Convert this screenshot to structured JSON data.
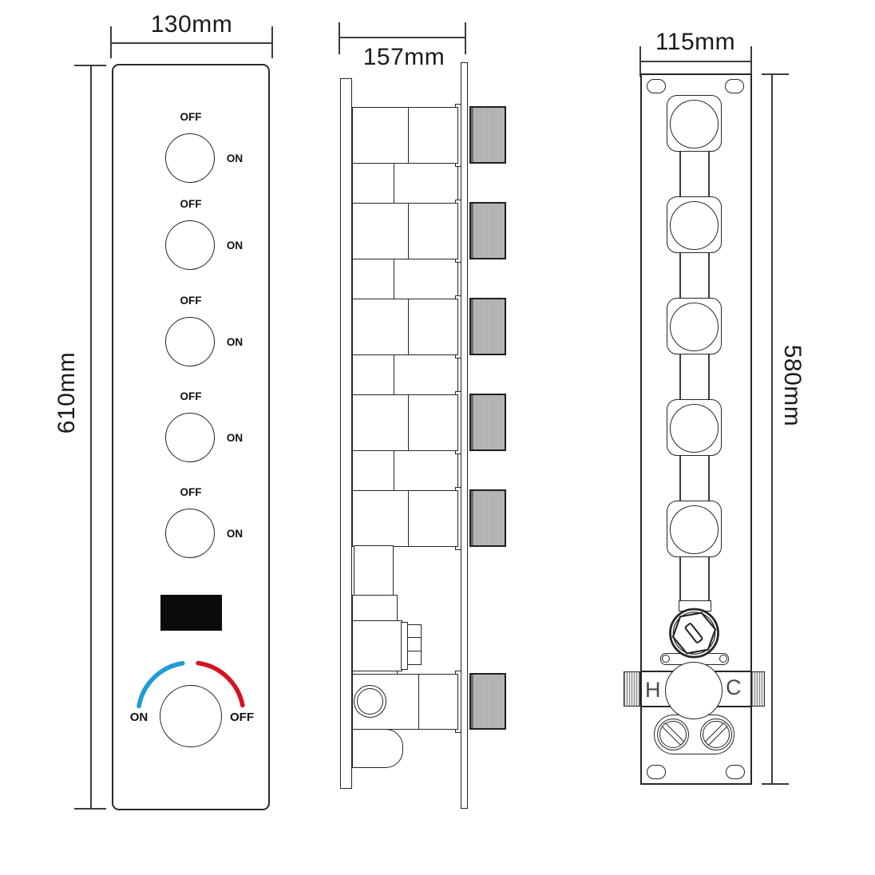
{
  "front_view": {
    "width_label": "130mm",
    "height_label": "610mm",
    "valve_knobs": [
      {
        "off_label": "OFF",
        "on_label": "ON"
      },
      {
        "off_label": "OFF",
        "on_label": "ON"
      },
      {
        "off_label": "OFF",
        "on_label": "ON"
      },
      {
        "off_label": "OFF",
        "on_label": "ON"
      },
      {
        "off_label": "OFF",
        "on_label": "ON"
      }
    ],
    "temp_knob": {
      "on_label": "ON",
      "off_label": "OFF"
    },
    "colors": {
      "cold_arc": "#1e9cd7",
      "hot_arc": "#d8111f",
      "display_screen": "#0b0b0b",
      "knob_gray": "#b2b2b2"
    }
  },
  "side_view": {
    "depth_label": "157mm"
  },
  "back_view": {
    "width_label": "115mm",
    "height_label": "580mm",
    "hot_inlet_label": "H",
    "cold_inlet_label": "C"
  }
}
